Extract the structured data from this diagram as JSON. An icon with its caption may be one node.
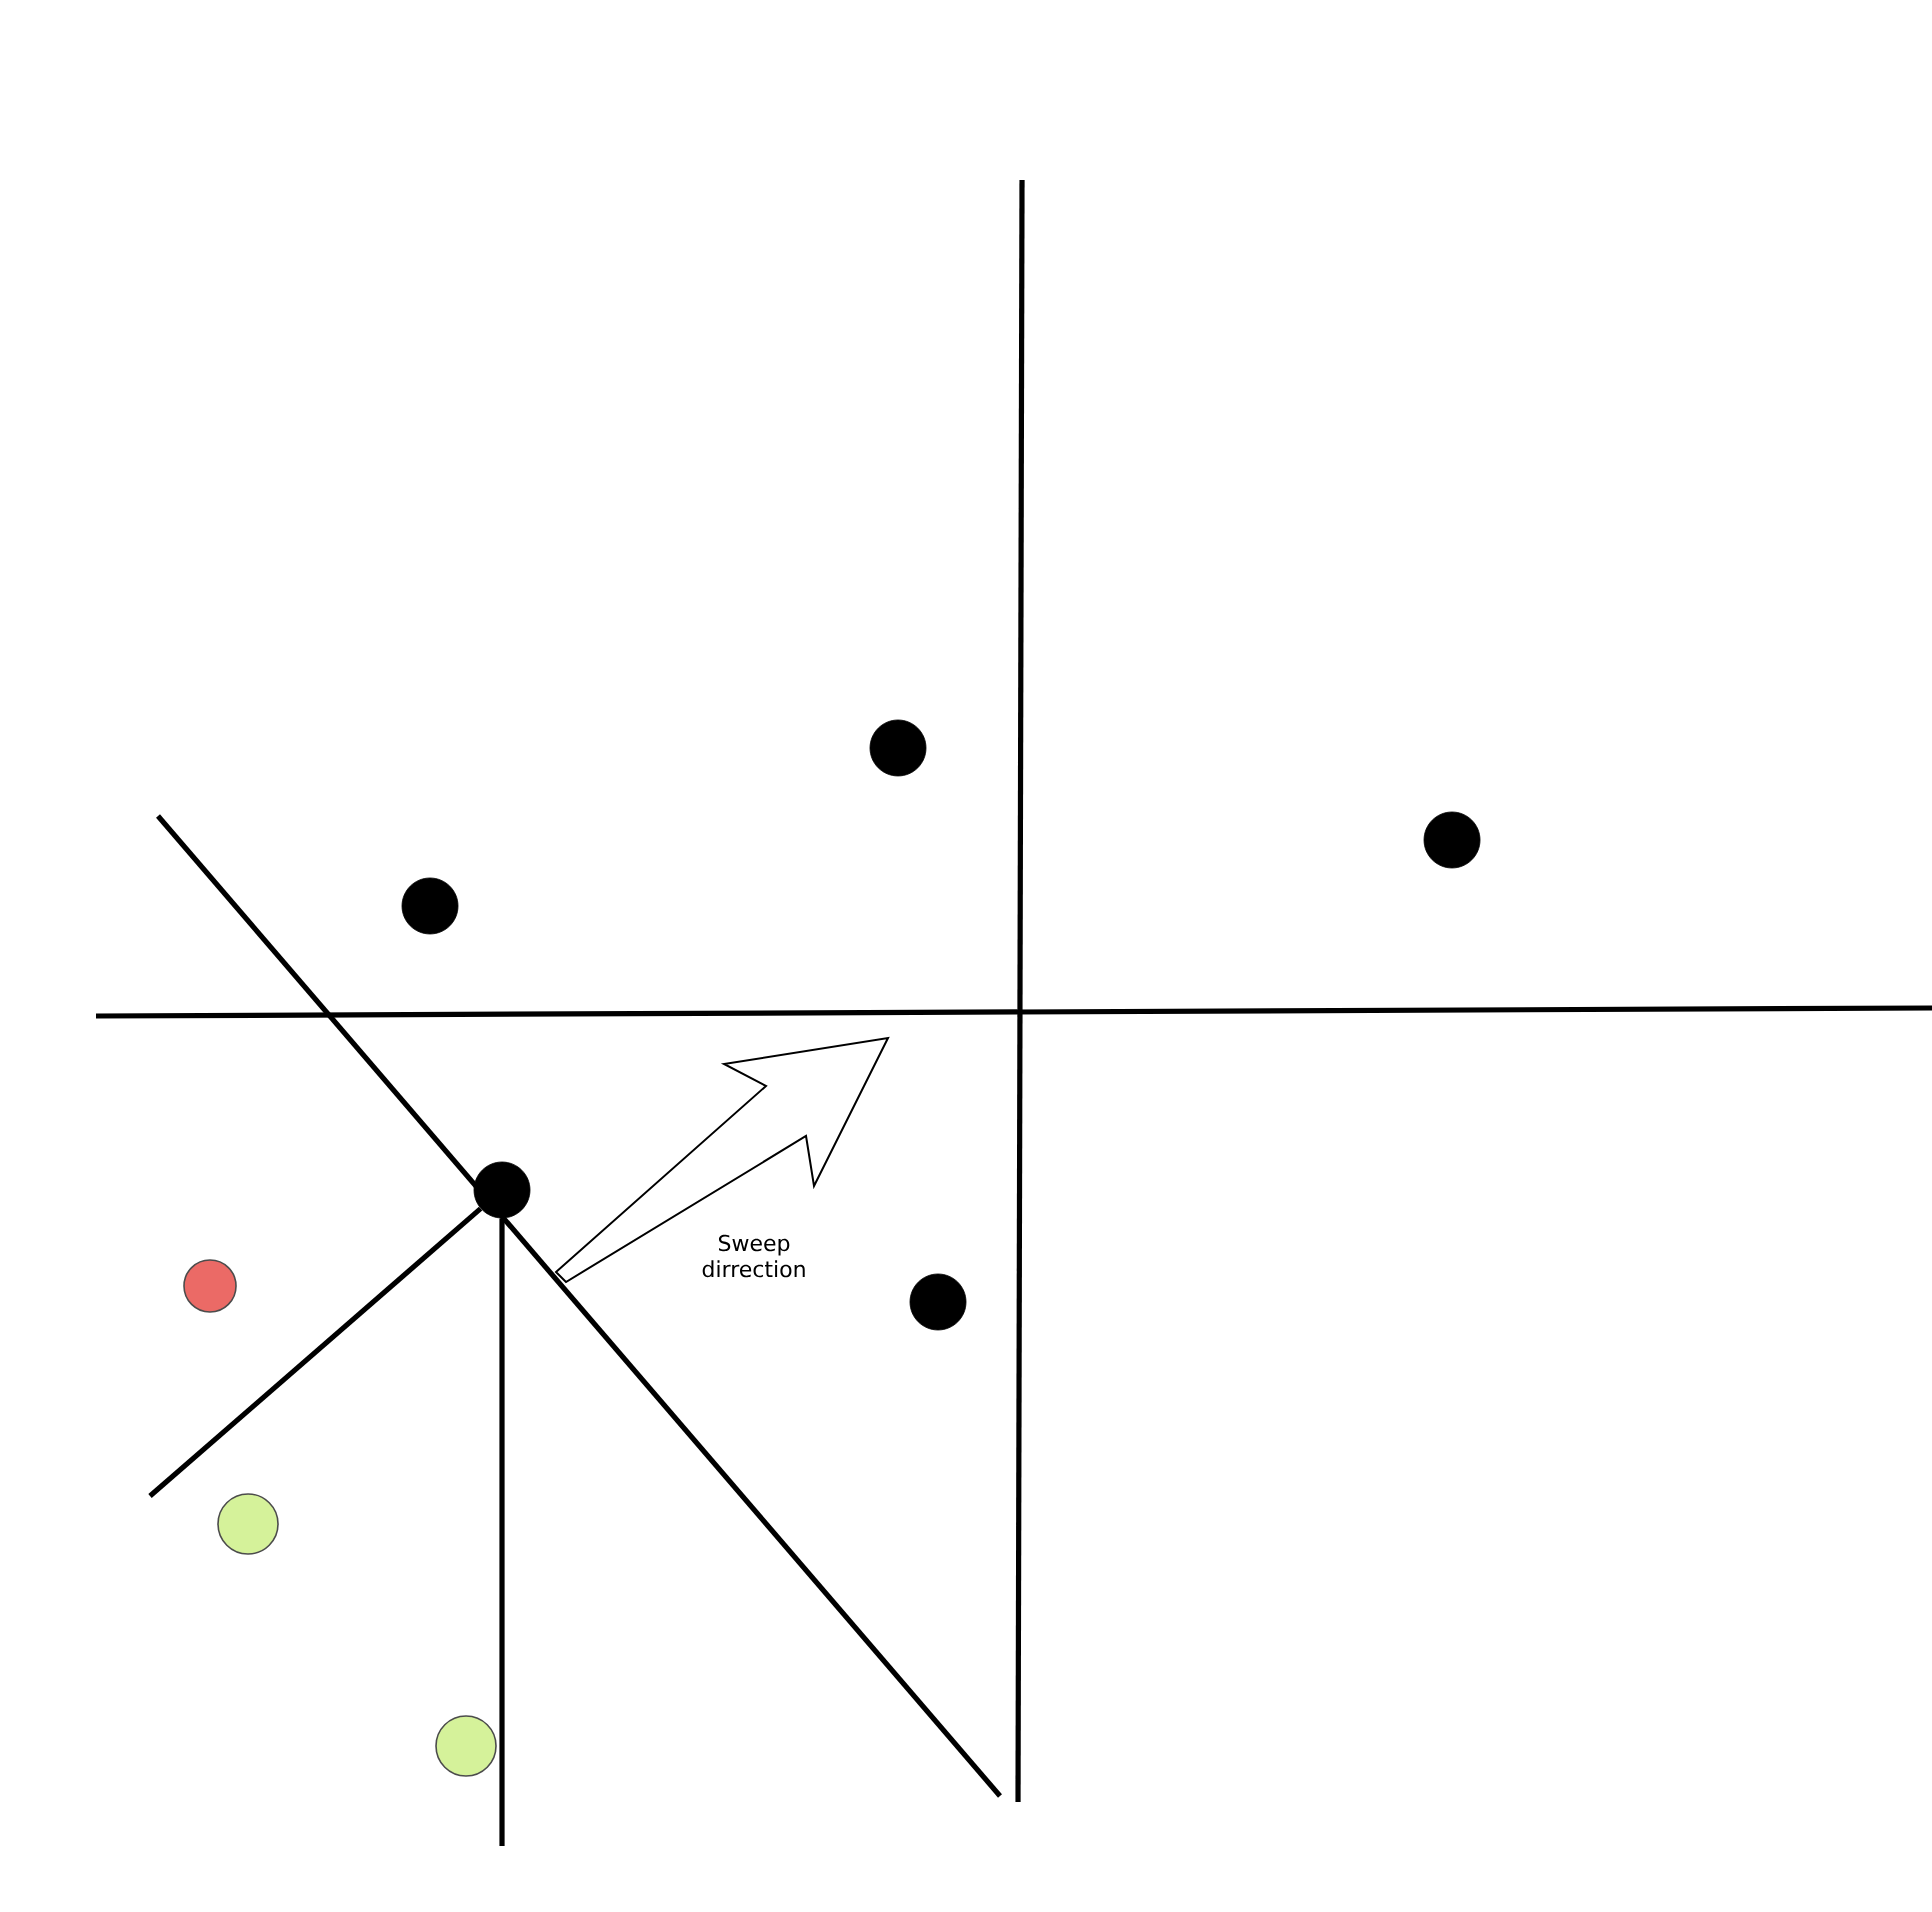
{
  "diagram": {
    "nodes": [
      {
        "text": [],
        "shape": "circle"
      },
      {
        "text": [],
        "shape": "circle"
      },
      {
        "text": [],
        "shape": "circle"
      },
      {
        "text": [],
        "shape": "circle"
      },
      {
        "text": [],
        "shape": "circle"
      },
      {
        "text": [],
        "shape": "circle"
      },
      {
        "text": [],
        "shape": "circle"
      },
      {
        "text": [],
        "shape": "circle"
      }
    ],
    "edges": [
      {
        "from": 3,
        "to": null,
        "arrow": "none"
      },
      {
        "from": 3,
        "to": null,
        "arrow": "none"
      }
    ],
    "labels": [
      "Sweep dirrection"
    ]
  }
}
